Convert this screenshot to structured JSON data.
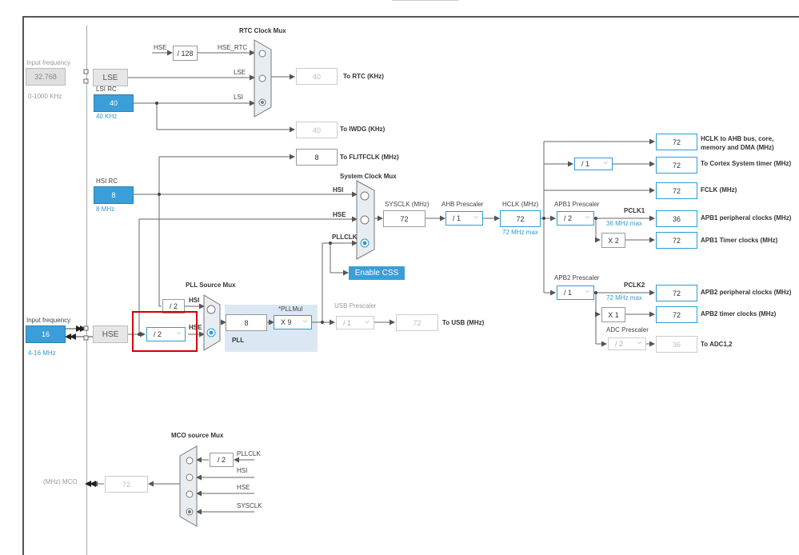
{
  "input_lse": {
    "label": "Input frequency",
    "value": "32.768",
    "range": "0-1000 KHz"
  },
  "input_hse": {
    "label": "Input frequency",
    "value": "16",
    "range": "4-16 MHz"
  },
  "lse": {
    "name": "LSE"
  },
  "lsi": {
    "title": "LSI RC",
    "value": "40",
    "freq": "40 KHz"
  },
  "hsi": {
    "title": "HSI RC",
    "value": "8",
    "freq": "8 MHz"
  },
  "hse": {
    "name": "HSE"
  },
  "rtc_mux": {
    "title": "RTC Clock Mux",
    "in_hse": "HSE",
    "div": "/ 128",
    "hse_rtc": "HSE_RTC",
    "in_lse": "LSE",
    "in_lsi": "LSI"
  },
  "rtc_out": {
    "value": "40",
    "label": "To RTC (KHz)"
  },
  "iwdg_out": {
    "value": "40",
    "label": "To IWDG (KHz)"
  },
  "flit_out": {
    "value": "8",
    "label": "To FLITFCLK (MHz)"
  },
  "sys_mux": {
    "title": "System Clock Mux",
    "hsi": "HSI",
    "hse": "HSE",
    "pllclk": "PLLCLK"
  },
  "enable_css": "Enable CSS",
  "sysclk": {
    "label": "SYSCLK (MHz)",
    "value": "72"
  },
  "ahb": {
    "label": "AHB Prescaler",
    "value": "/ 1"
  },
  "hclk": {
    "label": "HCLK (MHz)",
    "value": "72",
    "max": "72 MHz max"
  },
  "apb1": {
    "label": "APB1 Prescaler",
    "value": "/ 2",
    "pclk": "PCLK1",
    "max": "36 MHz max"
  },
  "apb2": {
    "label": "APB2 Prescaler",
    "value": "/ 1",
    "pclk": "PCLK2",
    "max": "72 MHz max"
  },
  "cortex_div": "/ 1",
  "x2": "X 2",
  "x1": "X 1",
  "adc": {
    "label": "ADC Prescaler",
    "value": "/ 2"
  },
  "outputs": {
    "hclk_ahb": {
      "value": "72",
      "line1": "HCLK to AHB bus, core,",
      "line2": "memory and DMA (MHz)"
    },
    "cortex": {
      "value": "72",
      "label": "To Cortex System timer (MHz)"
    },
    "fclk": {
      "value": "72",
      "label": "FCLK (MHz)"
    },
    "apb1_periph": {
      "value": "36",
      "label": "APB1 peripheral clocks (MHz)"
    },
    "apb1_timer": {
      "value": "72",
      "label": "APB1 Timer clocks (MHz)"
    },
    "apb2_periph": {
      "value": "72",
      "label": "APB2 peripheral clocks (MHz)"
    },
    "apb2_timer": {
      "value": "72",
      "label": "APB2 timer clocks (MHz)"
    },
    "adc": {
      "value": "36",
      "label": "To ADC1,2"
    }
  },
  "pll_src": {
    "title": "PLL Source Mux",
    "hsi_div": "/ 2",
    "hsi": "HSI",
    "hse": "HSE",
    "hse_div": "/ 2"
  },
  "pll": {
    "input": "8",
    "mul_label": "*PLLMul",
    "mul": "X 9",
    "name": "PLL"
  },
  "usb": {
    "label": "USB Prescaler",
    "value": "/ 1",
    "out": "72",
    "out_label": "To USB (MHz)"
  },
  "mco": {
    "title": "MCO source Mux",
    "div": "/ 2",
    "pllclk": "PLLCLK",
    "hsi": "HSI",
    "hse": "HSE",
    "sysclk": "SYSCLK",
    "value": "72",
    "label": "(MHz) MCO"
  }
}
